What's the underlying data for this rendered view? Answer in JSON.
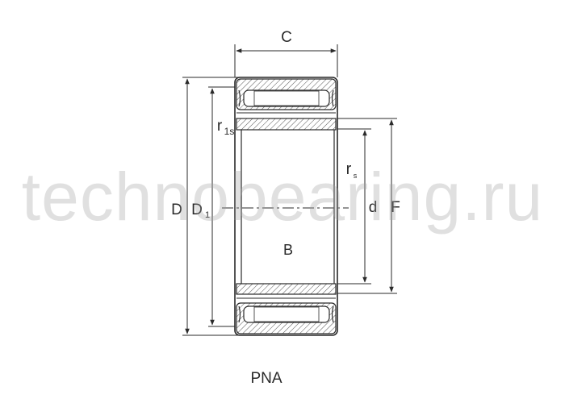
{
  "labels": {
    "C": "C",
    "D": "D",
    "D1": "D",
    "D1_sub": "1",
    "r1s": "r",
    "r1s_sub": "1s",
    "rs": "r",
    "rs_sub": "s",
    "d": "d",
    "F": "F",
    "B": "B"
  },
  "caption": "PNA",
  "watermark": "technobearing.ru",
  "colors": {
    "line": "#2a2a2a",
    "hatch": "#555555",
    "watermark": "#a0a0a0"
  }
}
